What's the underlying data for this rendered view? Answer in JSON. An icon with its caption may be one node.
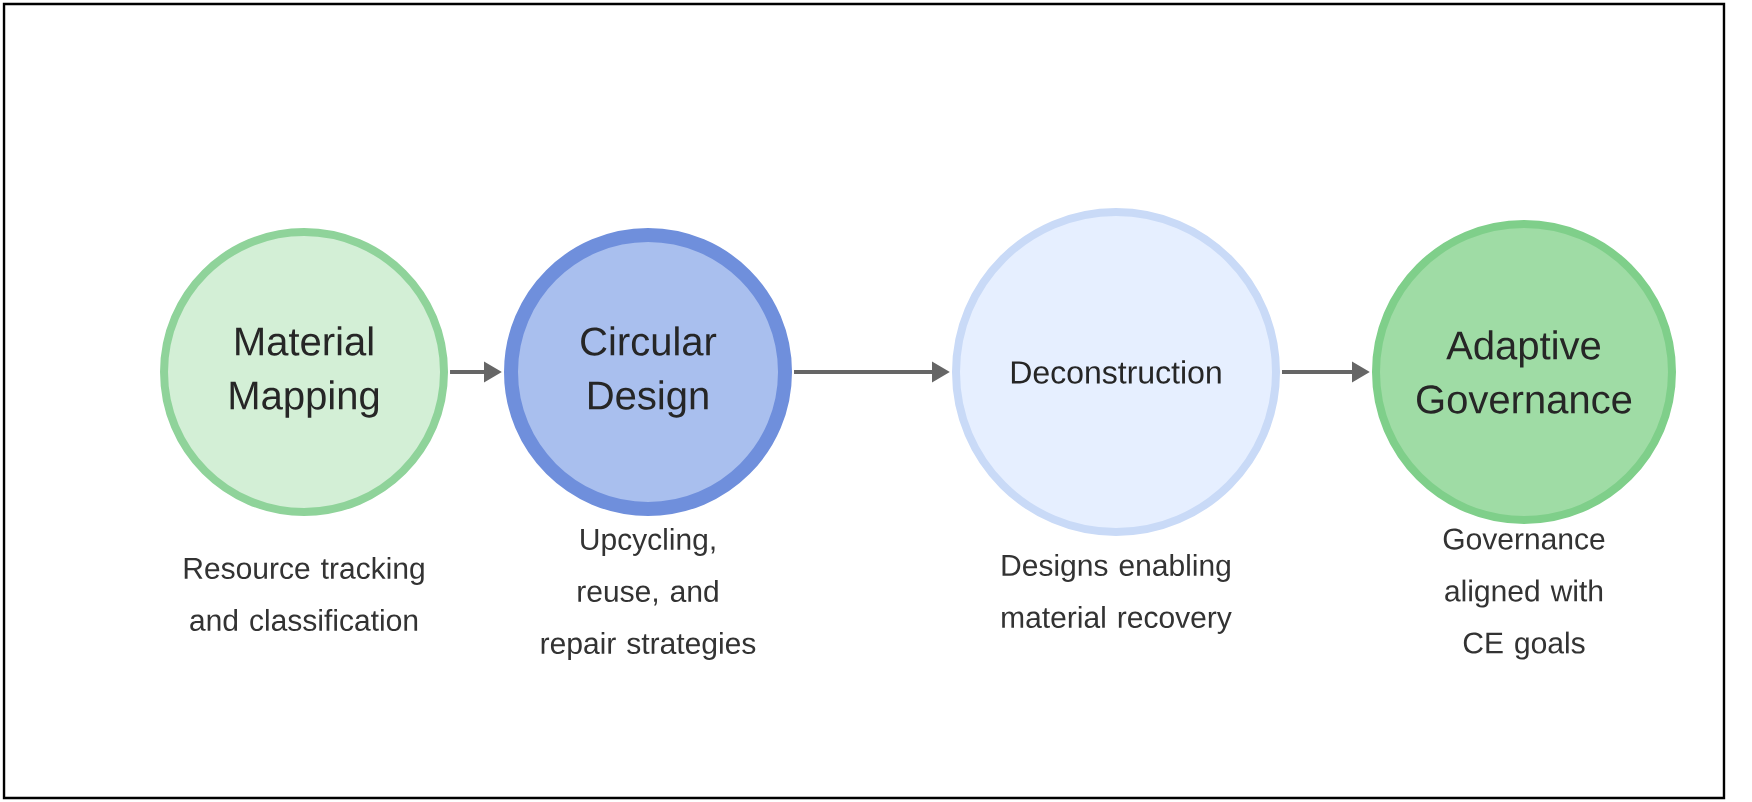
{
  "diagram": {
    "nodes": [
      {
        "text": [
          "Material Mapping"
        ],
        "beside": [
          "Resource tracking and classification"
        ]
      },
      {
        "text": [
          "Circular Design"
        ],
        "beside": [
          "Upcycling, reuse, and repair strategies"
        ]
      },
      {
        "text": [
          "Deconstruction"
        ],
        "beside": [
          "Designs enabling material recovery"
        ]
      },
      {
        "text": [
          "Adaptive Governance"
        ],
        "beside": [
          "Governance aligned with CE goals"
        ]
      }
    ],
    "edges": [
      {
        "from": 0,
        "to": 1,
        "arrow": "to"
      },
      {
        "from": 1,
        "to": 2,
        "arrow": "to"
      },
      {
        "from": 2,
        "to": 3,
        "arrow": "to"
      }
    ]
  }
}
